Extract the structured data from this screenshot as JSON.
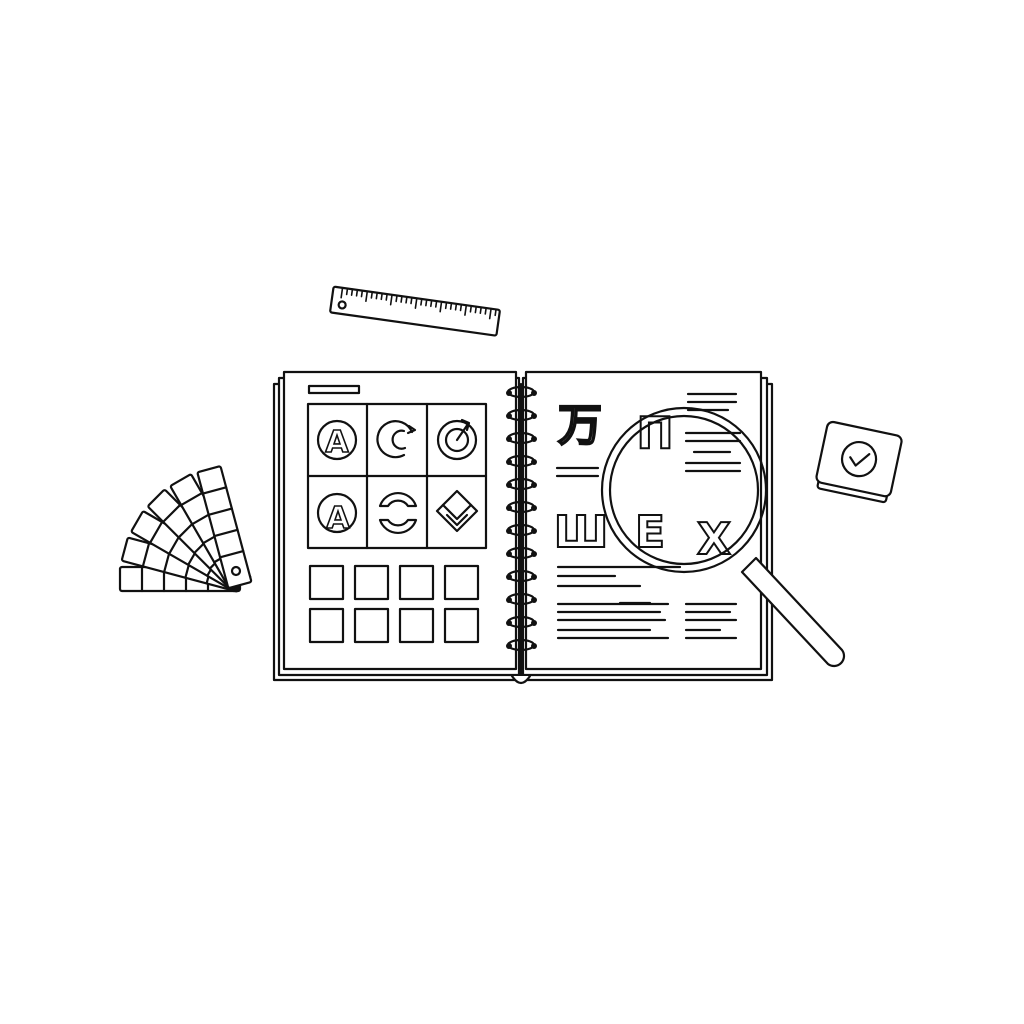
{
  "scene": {
    "description_items": [
      "color-swatch-fan",
      "ruler",
      "spiral-notebook",
      "magnifying-glass",
      "rubber-stamp"
    ]
  },
  "notebook": {
    "left_page": {
      "logo_marks": [
        "A",
        "",
        "",
        "A",
        "",
        ""
      ]
    },
    "right_page": {
      "glyphs": [
        "万",
        "Π",
        "Ш",
        "E",
        "X"
      ]
    }
  },
  "colors": {
    "ink": "#111111",
    "paper": "#ffffff"
  }
}
